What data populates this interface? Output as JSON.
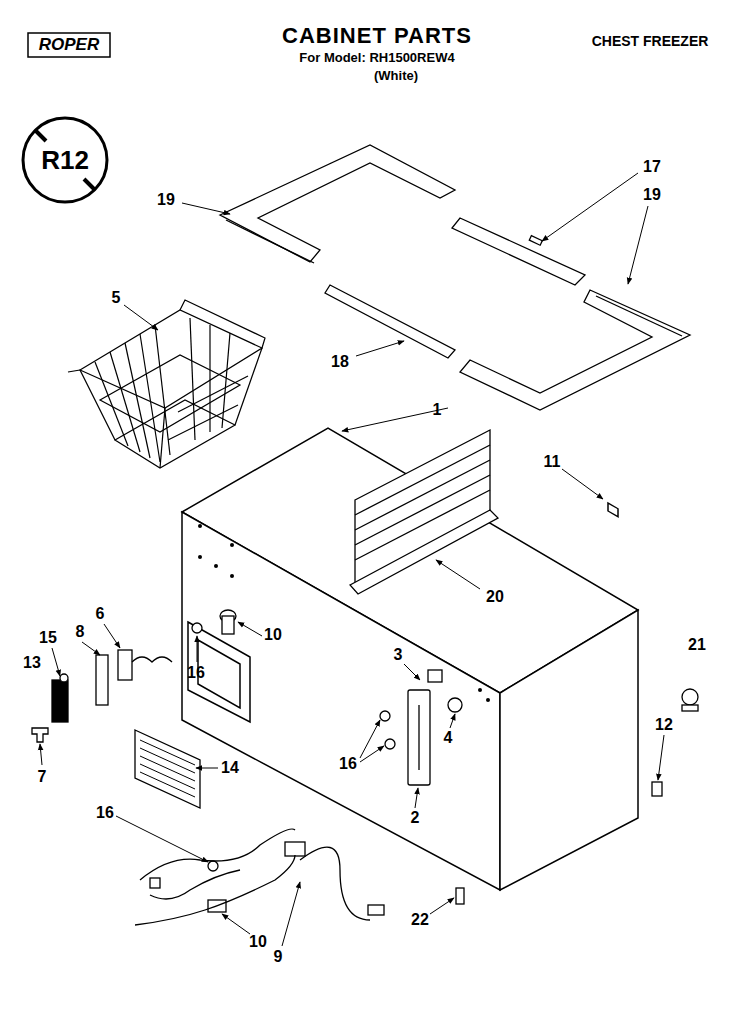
{
  "diagram": {
    "title": "CABINET PARTS",
    "labels": [
      "ROPER",
      "For Model: RH1500REW4",
      "(White)",
      "CHEST FREEZER",
      "R12",
      "19",
      "17",
      "19",
      "5",
      "18",
      "1",
      "11",
      "20",
      "21",
      "3",
      "6",
      "8",
      "15",
      "13",
      "10",
      "16",
      "12",
      "4",
      "16",
      "7",
      "14",
      "2",
      "16",
      "10",
      "9",
      "22"
    ]
  }
}
